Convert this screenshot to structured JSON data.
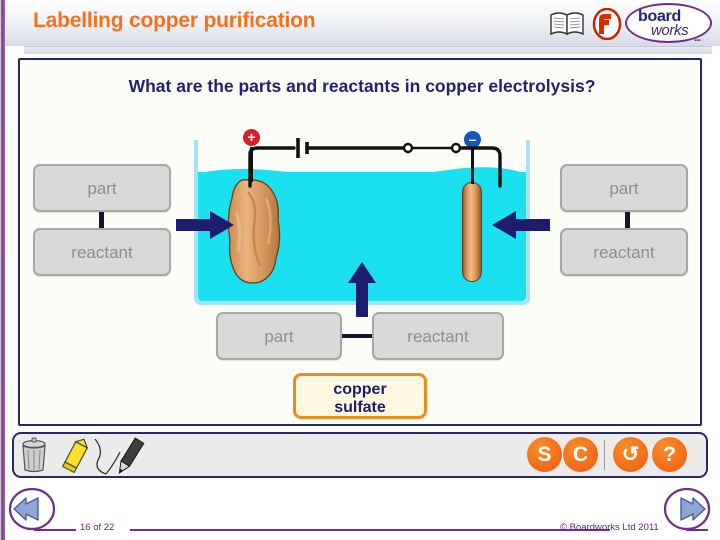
{
  "header": {
    "title": "Labelling copper purification",
    "title_color": "#f4711c",
    "icons": {
      "book": "book-icon",
      "flash": "flash-icon"
    },
    "logo": {
      "line1": "board",
      "line2": "works",
      "dots": "...",
      "color": "#23237a",
      "oval_color": "#6f2f8a"
    }
  },
  "content": {
    "question": "What are the parts and reactants in copper electrolysis?",
    "question_color": "#22226e"
  },
  "diagram": {
    "name": "copper-electrolysis-cell",
    "liquid_color": "#1ae0ef",
    "beaker_color": "#a6e2f2",
    "anode": {
      "name": "impure-copper-anode",
      "terminal": "+",
      "terminal_color": "#d6202a"
    },
    "cathode": {
      "name": "pure-copper-cathode",
      "terminal": "–",
      "terminal_color": "#1358b8"
    },
    "circuit": {
      "battery": "battery-symbol",
      "switch": "switch-symbol",
      "wire_color": "#111111"
    },
    "arrow_color": "#1d1d6e"
  },
  "labels": {
    "left_top": "part",
    "left_bottom": "reactant",
    "right_top": "part",
    "right_bottom": "reactant",
    "bottom_left": "part",
    "bottom_right": "reactant",
    "box_bg": "#d9d9d9",
    "box_border": "#a8a8a8",
    "text_color": "#8e8e8e"
  },
  "answer": {
    "line1": "copper",
    "line2": "sulfate",
    "bg": "#fdf9e0",
    "border": "#f08a1c",
    "text_color": "#1d1d6e"
  },
  "toolbar": {
    "tools": [
      {
        "name": "bin-icon",
        "label": "bin"
      },
      {
        "name": "highlighter-icon",
        "label": "highlighter"
      },
      {
        "name": "pen-icon",
        "label": "pen"
      }
    ],
    "buttons": [
      {
        "name": "sound-button",
        "label": "S"
      },
      {
        "name": "contents-button",
        "label": "C"
      },
      {
        "name": "reset-button",
        "label": "↺"
      },
      {
        "name": "help-button",
        "label": "?"
      }
    ],
    "button_color": "#f4701b"
  },
  "navigation": {
    "prev": "previous-slide",
    "next": "next-slide",
    "arrow_color": "#6f2f8a"
  },
  "footer": {
    "page": "16 of 22",
    "copyright": "© Boardworks Ltd 2011",
    "color": "#5c2a74"
  }
}
